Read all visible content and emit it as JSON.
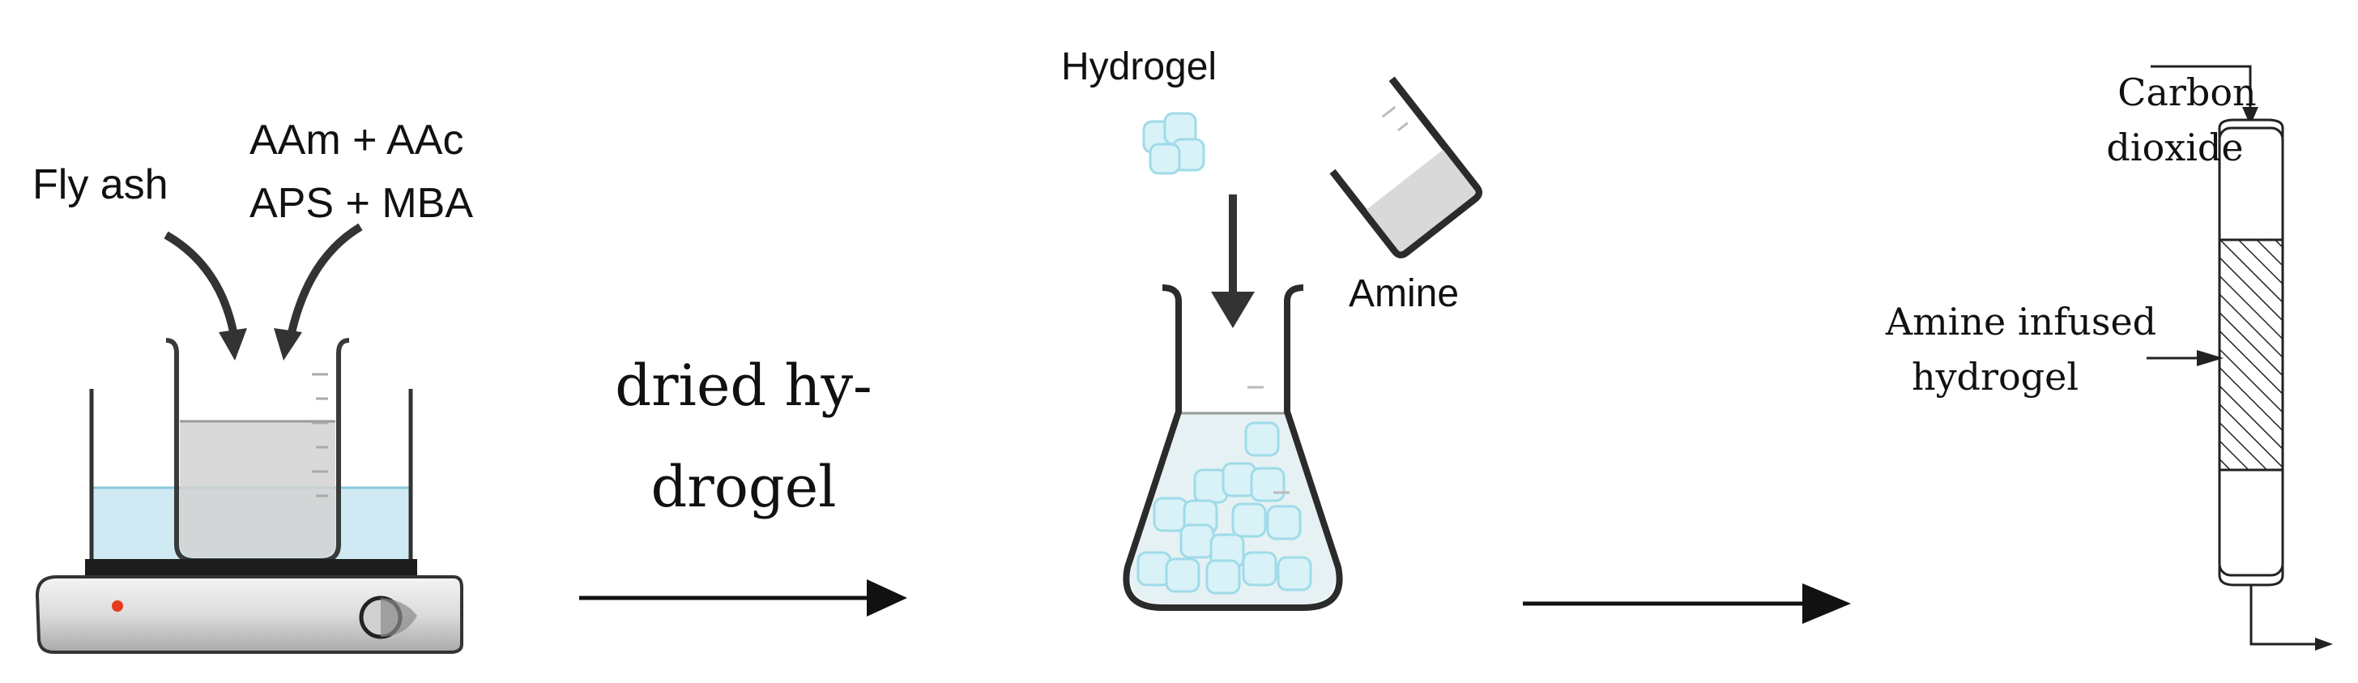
{
  "step1": {
    "fly_ash_label": "Fly ash",
    "reagents_line1": "AAm + AAc",
    "reagents_line2": "APS + MBA"
  },
  "arrow1": {
    "caption_line1": "dried hy-",
    "caption_line2": "drogel"
  },
  "step2": {
    "hydrogel_label": "Hydrogel",
    "amine_label": "Amine"
  },
  "step3": {
    "gas_line1": "Carbon",
    "gas_line2": "dioxide",
    "packing_line1": "Amine infused",
    "packing_line2": "hydrogel"
  },
  "colors": {
    "water": "#cfeaf2",
    "hydrogel_cube": "#bfeaf2",
    "plate": "#d9d9d9",
    "indicator": "#e83a1c"
  }
}
